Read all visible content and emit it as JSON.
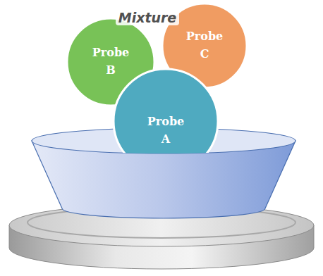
{
  "diagram": {
    "nodes": [
      {
        "text": [
          "Probe B"
        ]
      },
      {
        "text": [
          "Probe C"
        ]
      },
      {
        "text": [
          "Probe A"
        ]
      }
    ],
    "labels": [
      "Mixture"
    ]
  }
}
